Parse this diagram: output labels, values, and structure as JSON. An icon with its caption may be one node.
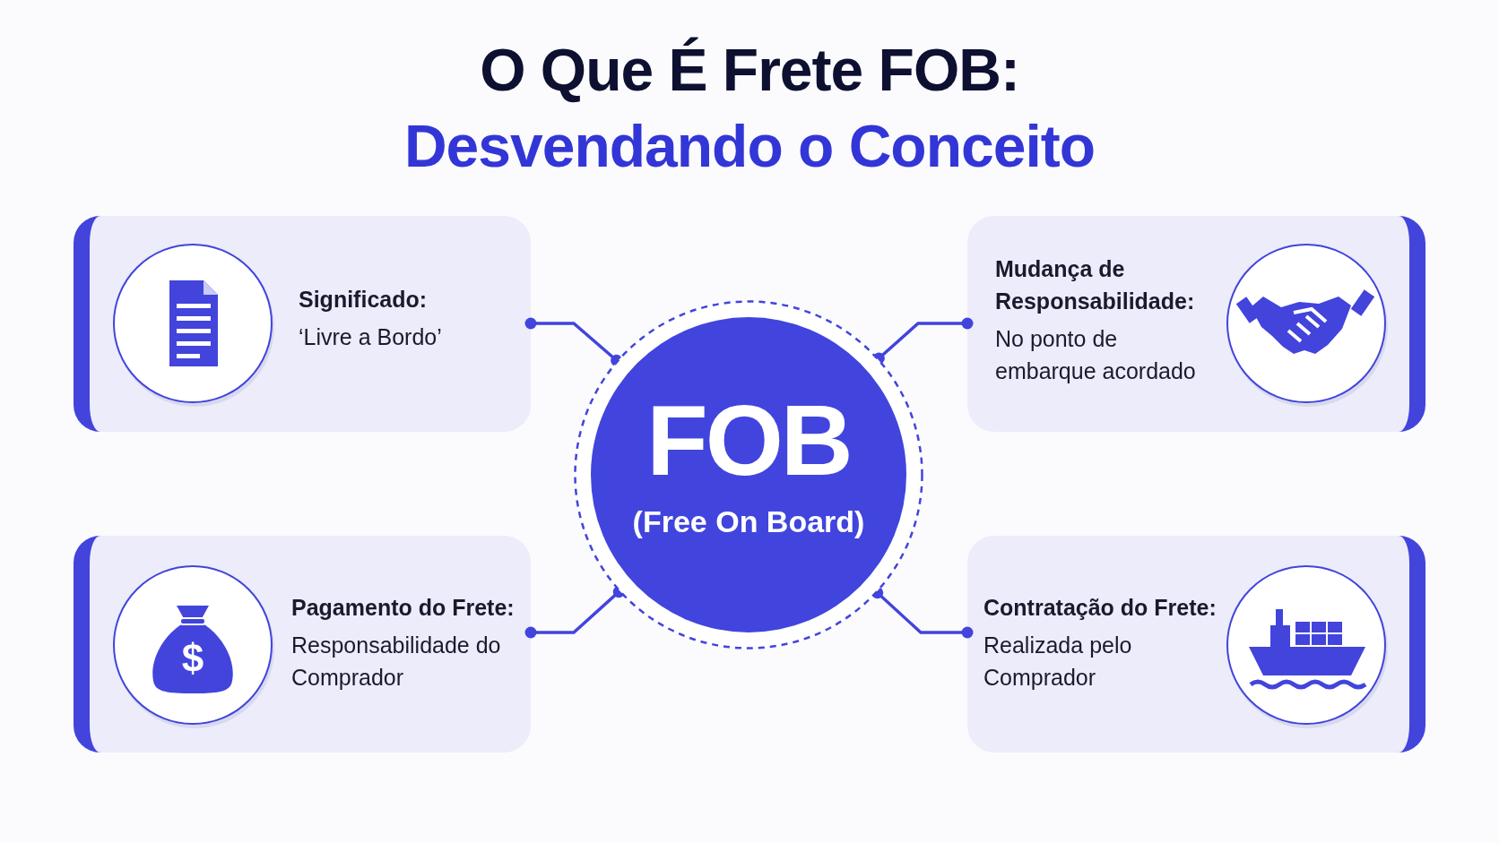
{
  "diagram": {
    "title": "O Que É Frete FOB:",
    "nodes": [
      {
        "text": [
          "Significado:",
          "‘Livre a Bordo’"
        ]
      },
      {
        "text": [
          "Mudança de Responsabilidade:",
          "No ponto de embarque acordado"
        ]
      },
      {
        "text": [
          "FOB",
          "(Free On Board)"
        ]
      },
      {
        "text": [
          "Pagamento do Frete:",
          "Responsabilidade do Comprador"
        ]
      },
      {
        "text": [
          "Contratação do Frete:",
          "Realizada pelo Comprador"
        ]
      }
    ],
    "edges": [
      {
        "from": 2,
        "to": 0,
        "arrow": "other"
      },
      {
        "from": 2,
        "to": 1,
        "arrow": "other"
      },
      {
        "from": 2,
        "to": 3,
        "arrow": "other"
      },
      {
        "from": 2,
        "to": 4,
        "arrow": "other"
      }
    ],
    "labels": [
      "Desvendando o Conceito",
      "$"
    ]
  }
}
